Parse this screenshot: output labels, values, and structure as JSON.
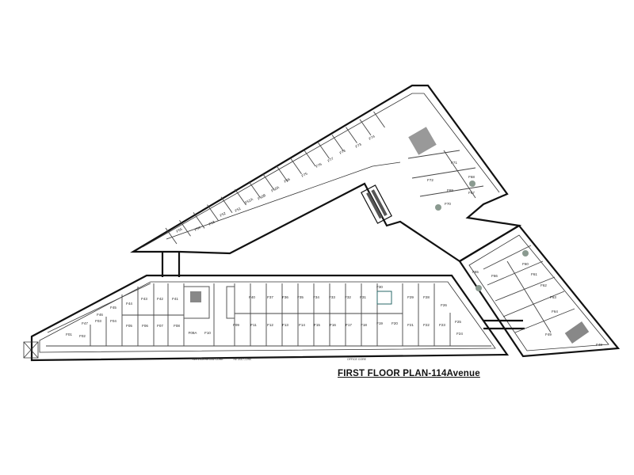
{
  "title": "FIRST FLOOR PLAN-114Avenue",
  "core_labels": {
    "service_retail": "SERVICE/RETAIL CORE",
    "retail": "RETAIL CORE",
    "office": "OFFICE CORE"
  },
  "rooms": {
    "south_wing": [
      "F01",
      "F02",
      "F03",
      "F04",
      "F05",
      "F06",
      "F07",
      "F08",
      "F09A",
      "F10",
      "F09",
      "F11",
      "F12",
      "F13",
      "F14",
      "F15",
      "F16",
      "F17",
      "F18",
      "F19",
      "F20",
      "F21",
      "F22",
      "F23",
      "F24",
      "F25",
      "F26",
      "F28",
      "F29",
      "F30",
      "F31",
      "F32",
      "F33",
      "F34",
      "F35",
      "F36",
      "F37",
      "F40",
      "F41",
      "F42",
      "F43",
      "F44",
      "F45",
      "F46",
      "F47"
    ],
    "north_wing": [
      "F55",
      "F54",
      "F53",
      "F52",
      "F51",
      "F51A",
      "F50B",
      "F50A",
      "F56",
      "F75",
      "F76",
      "F77",
      "F78",
      "F73",
      "F74"
    ],
    "north_core": [
      "F71",
      "F72",
      "F69",
      "F70",
      "F67",
      "F68"
    ],
    "east_wing": [
      "F60",
      "F61",
      "F62",
      "F63",
      "F64",
      "F65",
      "F66",
      "F48",
      "F49"
    ]
  },
  "colors": {
    "walls": "#111111",
    "fixtures": "#2a2a6a",
    "core": "#7a8a80"
  }
}
